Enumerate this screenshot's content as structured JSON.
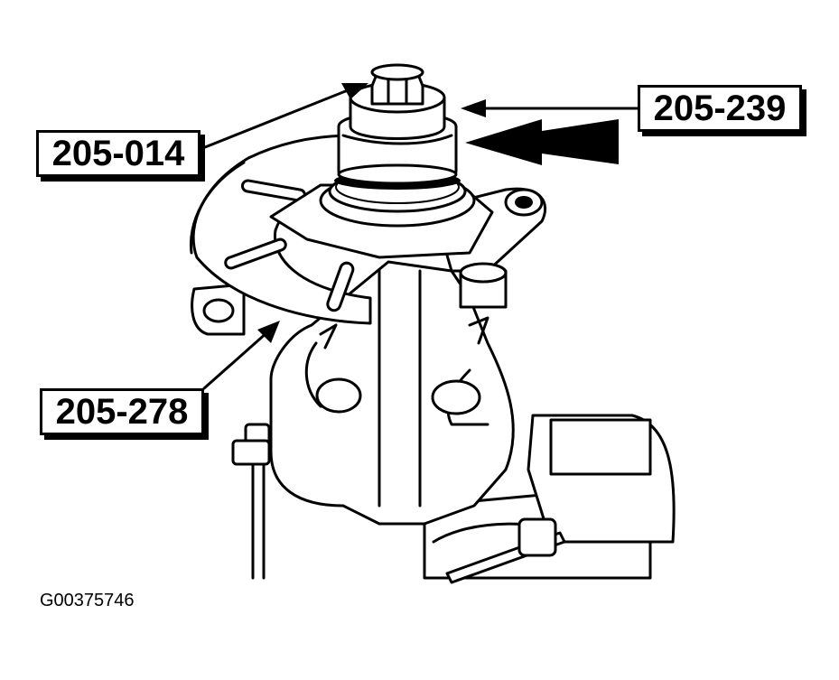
{
  "figure": {
    "figure_id": "G00375746",
    "callouts": [
      {
        "id": "tool-205-014",
        "label": "205-014"
      },
      {
        "id": "tool-205-239",
        "label": "205-239"
      },
      {
        "id": "tool-205-278",
        "label": "205-278"
      }
    ],
    "icons": {
      "force_arrow": "press-force-arrow-icon",
      "leader": "leader-arrow-icon"
    },
    "colors": {
      "ink": "#000000",
      "paper": "#ffffff"
    }
  }
}
